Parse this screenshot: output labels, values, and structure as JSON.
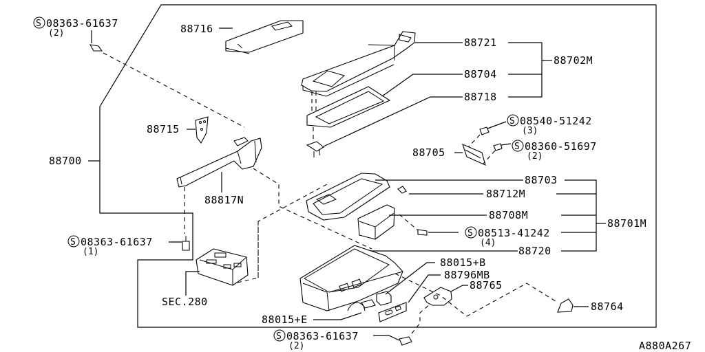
{
  "diagram": {
    "code": "A880A267",
    "colors": {
      "ink": "#000000",
      "paper": "#ffffff"
    },
    "callouts": {
      "p88716": "88716",
      "p88721": "88721",
      "p88704": "88704",
      "p88718": "88718",
      "p88702M": "88702M",
      "p88715": "88715",
      "p88700": "88700",
      "p88817N": "88817N",
      "p88705": "88705",
      "p88703": "88703",
      "p88712M": "88712M",
      "p88708M": "88708M",
      "p88720": "88720",
      "p88701M": "88701M",
      "p88015B": "88015+B",
      "p88796MB": "88796MB",
      "p88765": "88765",
      "p88764": "88764",
      "p88015E": "88015+E",
      "sec280": "SEC.280"
    },
    "fasteners": {
      "f1": {
        "symbol": "S",
        "number": "08363-61637",
        "qty": "(2)"
      },
      "f2": {
        "symbol": "S",
        "number": "08540-51242",
        "qty": "(3)"
      },
      "f3": {
        "symbol": "S",
        "number": "08360-51697",
        "qty": "(2)"
      },
      "f4": {
        "symbol": "S",
        "number": "08363-61637",
        "qty": "(1)"
      },
      "f5": {
        "symbol": "S",
        "number": "08513-41242",
        "qty": "(4)"
      },
      "f6": {
        "symbol": "S",
        "number": "08363-61637",
        "qty": "(2)"
      }
    }
  }
}
